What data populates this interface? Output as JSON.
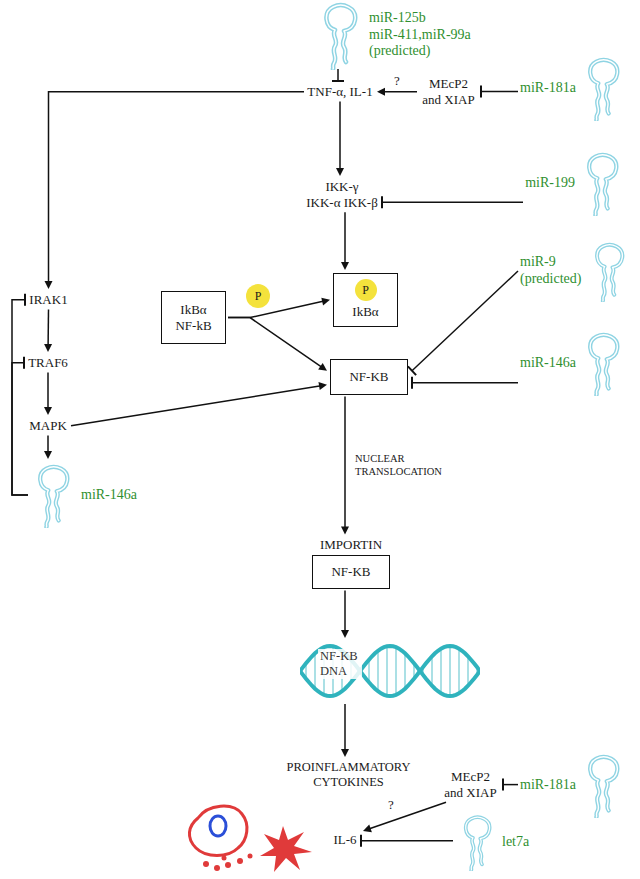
{
  "diagram": {
    "nodes": [
      {
        "text": [
          "miR-125b",
          "miR-411,miR-99a (predicted)"
        ]
      },
      {
        "text": [
          "TNF-α, IL-1"
        ]
      },
      {
        "text": [
          "MEcP2 and XIAP"
        ]
      },
      {
        "text": [
          "miR-181a"
        ]
      },
      {
        "text": [
          "IKK-γ",
          "IKK-α IKK-β"
        ]
      },
      {
        "text": [
          "miR-199"
        ]
      },
      {
        "text": [
          "IRAK1"
        ]
      },
      {
        "text": [
          "TRAF6"
        ]
      },
      {
        "text": [
          "MAPK"
        ]
      },
      {
        "text": [
          "miR-146a"
        ]
      },
      {
        "text": [
          "IkBα NF-kB"
        ]
      },
      {
        "text": [
          "P"
        ]
      },
      {
        "text": [
          "IkBα"
        ]
      },
      {
        "text": [
          "P"
        ],
        "in": 12
      },
      {
        "text": [
          "NF-KB"
        ]
      },
      {
        "text": [
          "miR-9 (predicted)"
        ]
      },
      {
        "text": [
          "miR-146a"
        ]
      },
      {
        "text": [
          "IMPORTIN",
          "NF-KB"
        ]
      },
      {
        "text": [
          "NF-KB DNA"
        ]
      },
      {
        "text": [
          "PROINFLAMMATORY CYTOKINES"
        ]
      },
      {
        "text": [
          "IL-6"
        ]
      },
      {
        "text": [
          "MEcP2 and XIAP"
        ]
      },
      {
        "text": [
          "miR-181a"
        ]
      },
      {
        "text": [
          "let7a"
        ]
      }
    ],
    "edges": [
      {
        "from": 0,
        "to": 1,
        "arrow": "to"
      },
      {
        "from": 2,
        "to": 1,
        "label": "?",
        "arrow": "to"
      },
      {
        "from": 3,
        "to": 2,
        "arrow": "to"
      },
      {
        "from": 1,
        "to": 4,
        "arrow": "to"
      },
      {
        "from": 5,
        "to": 4,
        "arrow": "to"
      },
      {
        "from": 1,
        "to": 6,
        "arrow": "to"
      },
      {
        "from": 6,
        "to": 7,
        "arrow": "to"
      },
      {
        "from": 7,
        "to": 8,
        "arrow": "to"
      },
      {
        "from": 8,
        "to": 9,
        "arrow": "to"
      },
      {
        "from": 9,
        "to": 6,
        "arrow": "to"
      },
      {
        "from": 9,
        "to": 7,
        "arrow": "to"
      },
      {
        "from": 4,
        "to": 12,
        "arrow": "to"
      },
      {
        "from": 10,
        "to": 12,
        "arrow": "to"
      },
      {
        "from": 10,
        "to": 14,
        "arrow": "to"
      },
      {
        "from": 8,
        "to": 14,
        "arrow": "to"
      },
      {
        "from": 15,
        "to": 14,
        "arrow": "to"
      },
      {
        "from": 16,
        "to": 14,
        "arrow": "to"
      },
      {
        "from": 14,
        "to": 17,
        "label": "NUCLEAR TRANSLOCATION",
        "arrow": "to"
      },
      {
        "from": 17,
        "to": 18,
        "arrow": "to"
      },
      {
        "from": 18,
        "to": 19,
        "arrow": "to"
      },
      {
        "from": 21,
        "to": 20,
        "label": "?",
        "arrow": "to"
      },
      {
        "from": 22,
        "to": 21,
        "arrow": "to"
      },
      {
        "from": 23,
        "to": 20,
        "arrow": "to"
      }
    ]
  }
}
